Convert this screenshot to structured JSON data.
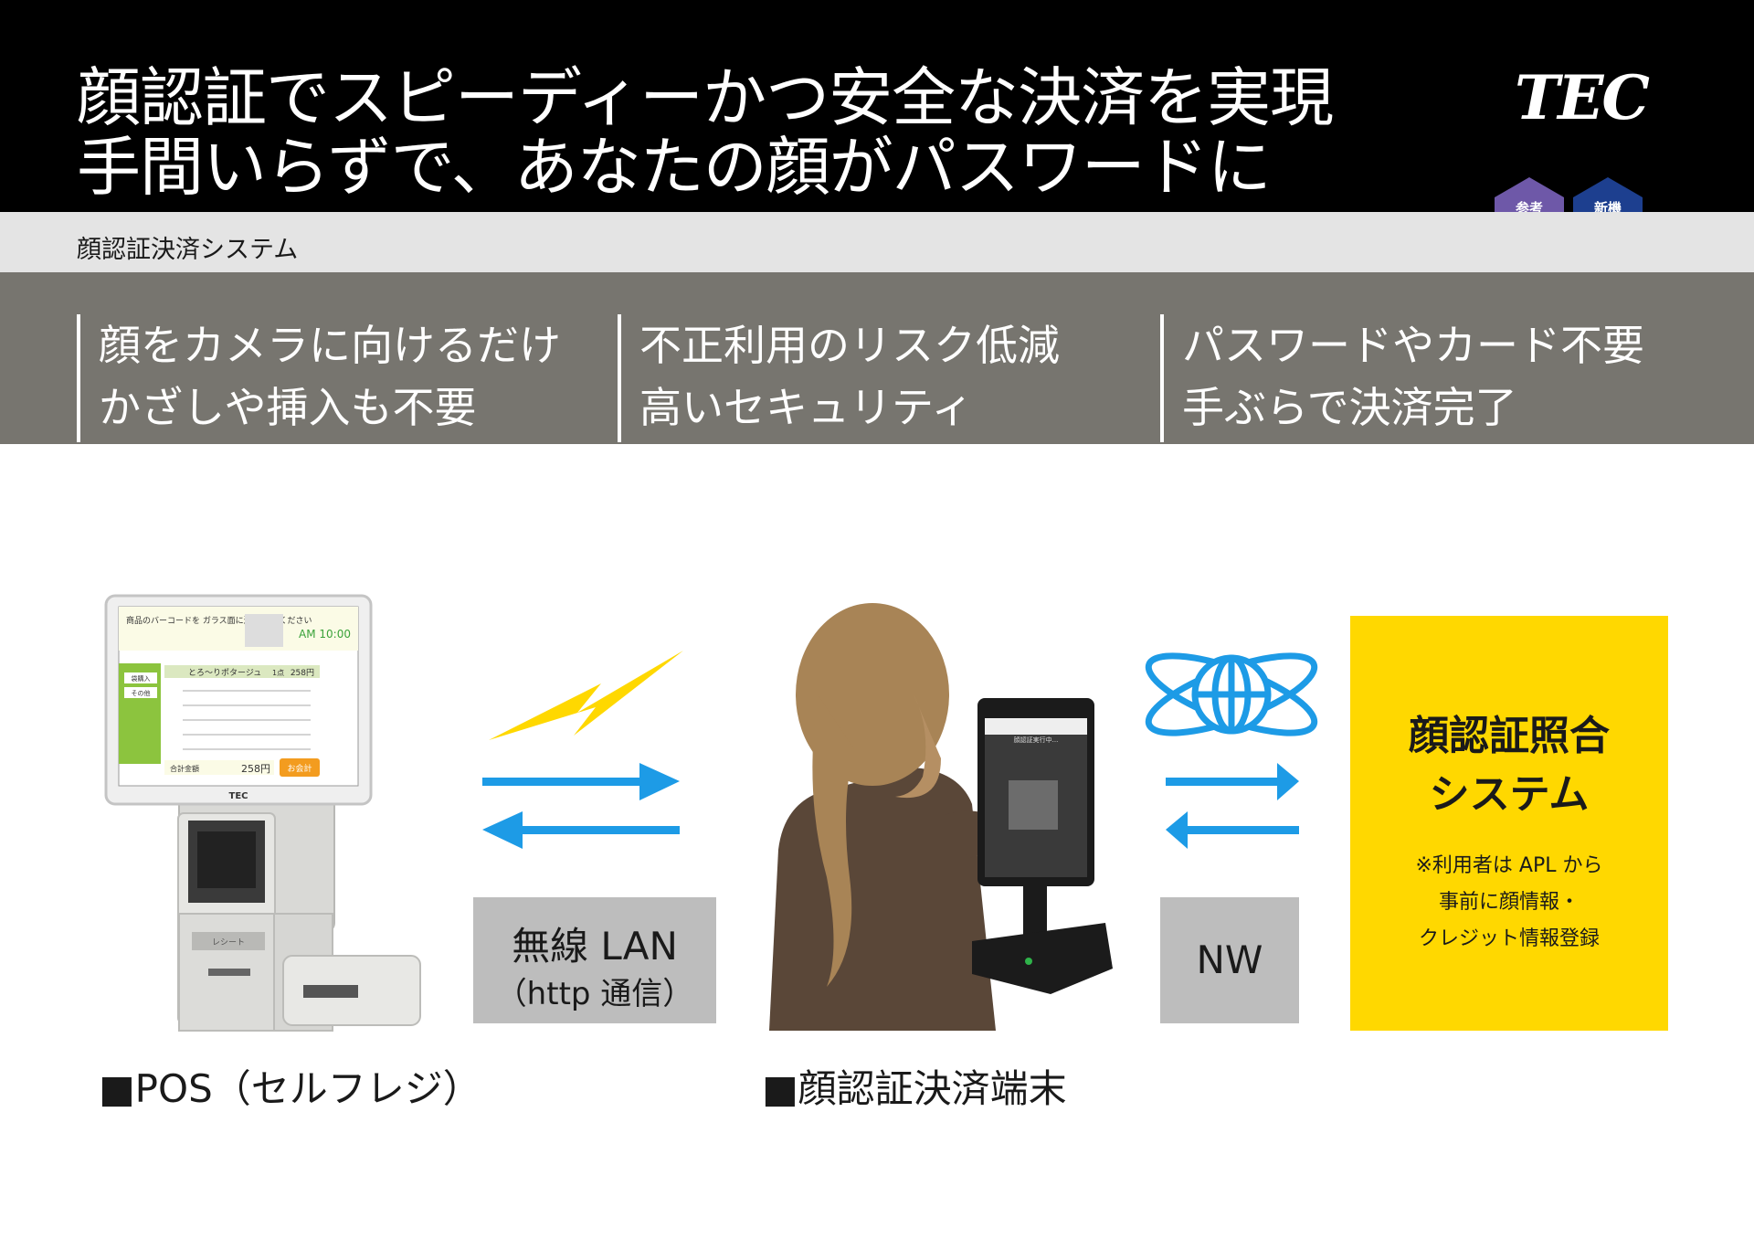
{
  "header": {
    "headline_line1": "顔認証でスピーディーかつ安全な決済を実現",
    "headline_line2": "手間いらずで、あなたの顔がパスワードに",
    "logo": "TEC",
    "badges": [
      {
        "label": "参考出展",
        "color": "#6e58a8"
      },
      {
        "label": "新機能",
        "color": "#1d3f8f"
      }
    ]
  },
  "subtitle": "顔認証決済システム",
  "features": [
    {
      "line1": "顔をカメラに向けるだけ",
      "line2": "かざしや挿入も不要"
    },
    {
      "line1": "不正利用のリスク低減",
      "line2": "高いセキュリティ"
    },
    {
      "line1": "パスワードやカード不要",
      "line2": "手ぶらで決済完了"
    }
  ],
  "diagram": {
    "lan_box": {
      "line1": "無線 LAN",
      "line2": "（http 通信）"
    },
    "nw_box": "NW",
    "system_box": {
      "title_line1": "顔認証照合",
      "title_line2": "システム",
      "note_line1": "※利用者は APL から",
      "note_line2": "事前に顔情報・",
      "note_line3": "クレジット情報登録"
    },
    "caption_pos": "■POS（セルフレジ）",
    "caption_terminal": "■顔認証決済端末",
    "pos_screen": {
      "instruction": "商品のバーコードを ガラス面に近づけて ください",
      "time": "AM 10:00",
      "item": "とろ〜りポタージュ",
      "qty": "1点",
      "price": "258円",
      "total_label": "合計金額",
      "total": "258円",
      "pay_button": "お会計",
      "side_buttons": [
        "袋購入",
        "その他"
      ],
      "brand": "TEC",
      "printer_label": "レシート"
    },
    "terminal_screen": {
      "status": "顔認証実行中..."
    },
    "colors": {
      "arrow": "#1d9be6",
      "lightning": "#ffd800",
      "globe": "#1d9be6",
      "hair": "#a88456",
      "body": "#5a4738"
    },
    "icons": [
      "lightning-icon",
      "globe-icon",
      "arrow-right-icon",
      "arrow-left-icon"
    ]
  }
}
